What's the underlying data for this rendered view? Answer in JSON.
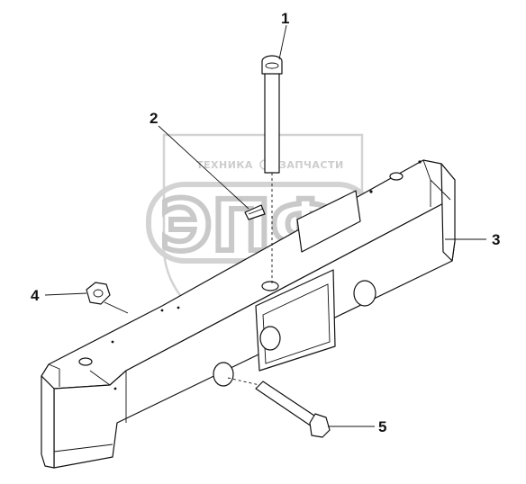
{
  "watermark": {
    "top_line": "ТЕХНИКА",
    "top_line_right": "ЗАПЧАСТИ",
    "logo": "ЭПФ"
  },
  "callouts": [
    {
      "id": "1",
      "label": "1"
    },
    {
      "id": "2",
      "label": "2"
    },
    {
      "id": "3",
      "label": "3"
    },
    {
      "id": "4",
      "label": "4"
    },
    {
      "id": "5",
      "label": "5"
    }
  ],
  "colors": {
    "line": "#111111",
    "watermark": "#c8c8c8",
    "background": "#ffffff"
  }
}
